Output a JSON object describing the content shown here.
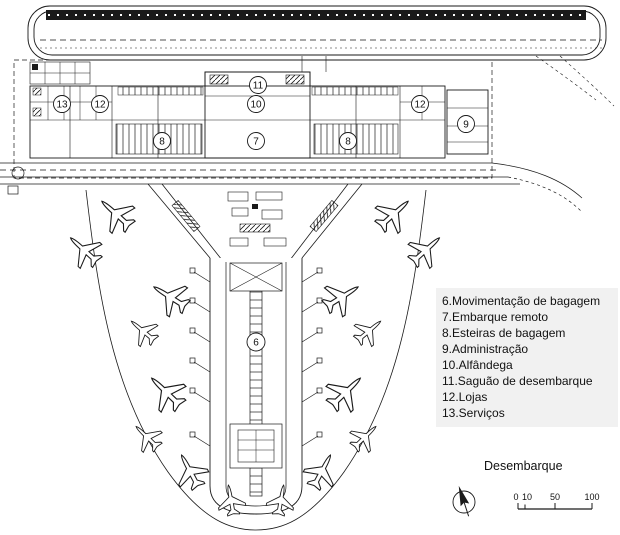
{
  "plan": {
    "markers": [
      {
        "label": "13"
      },
      {
        "label": "12"
      },
      {
        "label": "8"
      },
      {
        "label": "7"
      },
      {
        "label": "10"
      },
      {
        "label": "11"
      },
      {
        "label": "8"
      },
      {
        "label": "12"
      },
      {
        "label": "9"
      },
      {
        "label": "6"
      }
    ]
  },
  "legend": {
    "items": [
      "6.Movimentação de bagagem",
      "7.Embarque remoto",
      "8.Esteiras de bagagem",
      "9.Administração",
      "10.Alfândega",
      "11.Saguão de desembarque",
      "12.Lojas",
      "13.Serviços"
    ]
  },
  "labels": {
    "desembarque": "Desembarque"
  },
  "scale_bar": {
    "ticks": [
      "0",
      "10",
      "50",
      "100"
    ]
  },
  "icons": {
    "north_arrow": "compass-needle",
    "aircraft": "airplane-silhouette"
  },
  "colors": {
    "line": "#1a1a1a",
    "background": "#ffffff",
    "legend_panel": "#f1f1f1"
  }
}
